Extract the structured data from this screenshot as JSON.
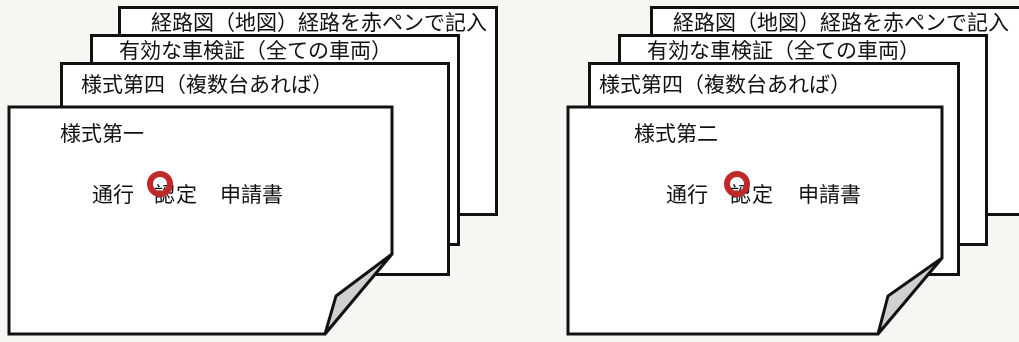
{
  "left_stack": {
    "back_sheets": [
      {
        "title": "経路図（地図）経路を赤ペンで記入"
      },
      {
        "title": "有効な車検証（全ての車両）"
      },
      {
        "title": "様式第四（複数台あれば）"
      }
    ],
    "front": {
      "form_label": "様式第一",
      "word_1": "通行",
      "circled_char": "認",
      "word_2": "定",
      "word_3": "申請書"
    }
  },
  "right_stack": {
    "back_sheets": [
      {
        "title": "経路図（地図）経路を赤ペンで記入"
      },
      {
        "title": "有効な車検証（全ての車両）"
      },
      {
        "title": "様式第四（複数台あれば）"
      }
    ],
    "front": {
      "form_label": "様式第二",
      "word_1": "通行",
      "circled_char": "認",
      "word_2": "定",
      "word_3": "申請書"
    }
  },
  "colors": {
    "stamp_circle": "#c0282a",
    "outline": "#111111",
    "corner_fold": "#d0d0d0"
  }
}
